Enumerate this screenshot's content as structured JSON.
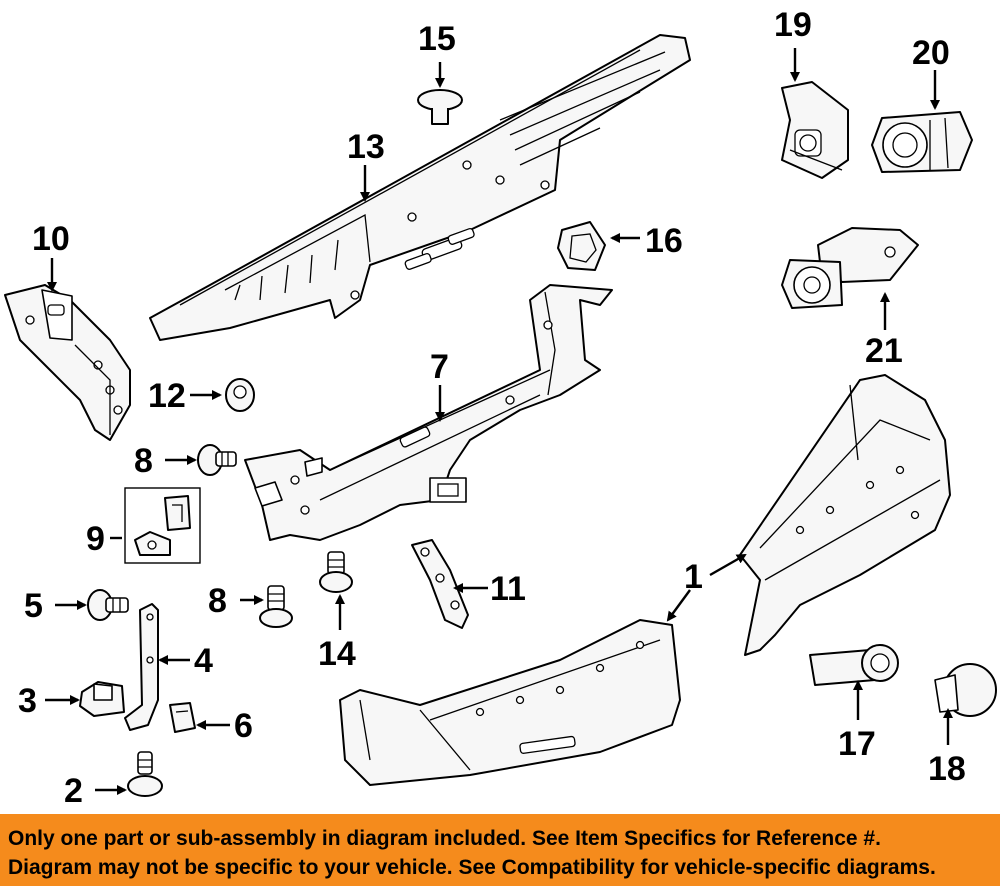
{
  "callouts": {
    "c1a": "1",
    "c1b": "1",
    "c2": "2",
    "c3": "3",
    "c4": "4",
    "c5": "5",
    "c6": "6",
    "c7": "7",
    "c8a": "8",
    "c8b": "8",
    "c9": "9",
    "c10": "10",
    "c11": "11",
    "c12": "12",
    "c13": "13",
    "c14": "14",
    "c15": "15",
    "c16": "16",
    "c17": "17",
    "c18": "18",
    "c19": "19",
    "c20": "20",
    "c21": "21"
  },
  "notice": {
    "line1": "Only one part or sub-assembly in diagram included. See Item Specifics for Reference #.",
    "line2": "Diagram may not be specific to your vehicle. See Compatibility for vehicle-specific diagrams."
  },
  "colors": {
    "notice_background": "#f58b1c",
    "line_art": "#000000"
  }
}
